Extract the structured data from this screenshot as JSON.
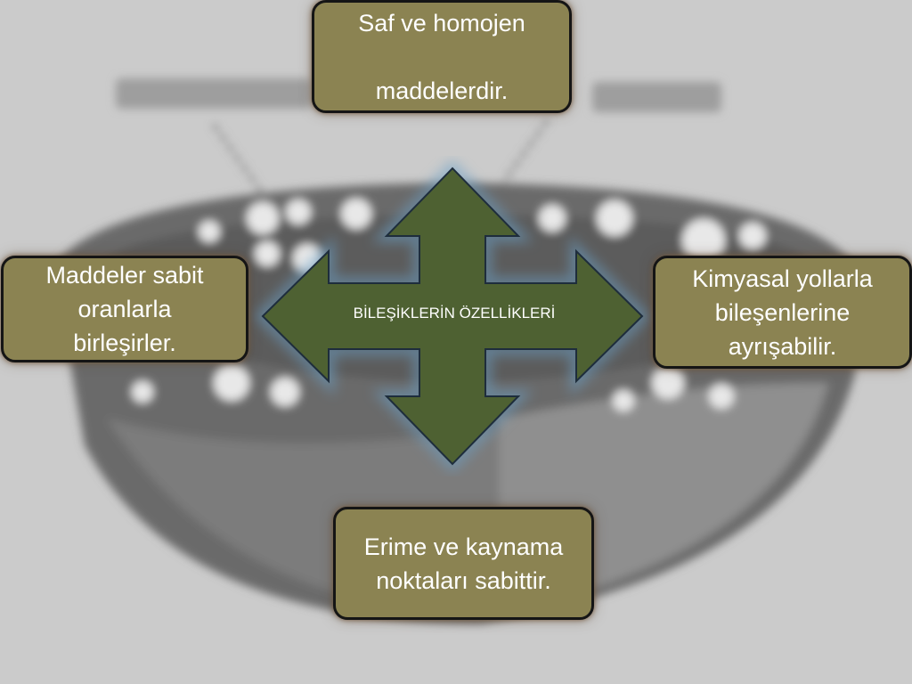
{
  "diagram": {
    "center_label": "BİLEŞİKLERİN ÖZELLİKLERİ",
    "top_box": {
      "line1": "Saf ve  homojen",
      "line2": "maddelerdir."
    },
    "left_box": {
      "line1": "Maddeler sabit",
      "line2": "oranlarla",
      "line3": "birleşirler."
    },
    "right_box": {
      "line1": "Kimyasal yollarla",
      "line2": "bileşenlerine",
      "line3": "ayrışabilir."
    },
    "bottom_box": {
      "line1": "Erime ve kaynama",
      "line2": "noktaları sabittir."
    }
  },
  "colors": {
    "box_fill": "#8b8352",
    "arrow_fill": "#4e6132",
    "background": "#cbcbcb"
  }
}
